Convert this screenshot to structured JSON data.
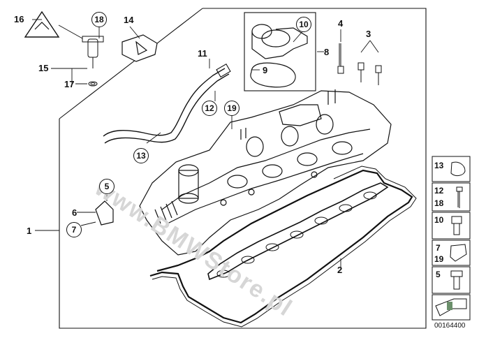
{
  "watermark": "www.BMWStore.pl",
  "diagram_code": "00164400",
  "callouts": {
    "c1": "1",
    "c2": "2",
    "c3": "3",
    "c4": "4",
    "c5": "5",
    "c6": "6",
    "c7": "7",
    "c8": "8",
    "c9": "9",
    "c10": "10",
    "c11": "11",
    "c12": "12",
    "c13": "13",
    "c14": "14",
    "c15": "15",
    "c16": "16",
    "c17": "17",
    "c18": "18",
    "c19": "19"
  },
  "side_panel": [
    {
      "labels": [
        "13"
      ],
      "icon": "hose-clip-icon"
    },
    {
      "labels": [
        "12",
        "18"
      ],
      "icon": "stud-bolt-icon"
    },
    {
      "labels": [
        "10"
      ],
      "icon": "hex-bolt-icon"
    },
    {
      "labels": [
        "7",
        "19"
      ],
      "icon": "clip-nut-icon"
    },
    {
      "labels": [
        "5"
      ],
      "icon": "collar-bolt-icon"
    },
    {
      "labels": [],
      "icon": "arrow-icon"
    }
  ],
  "colors": {
    "line": "#111111",
    "watermark": "#d6d6d6",
    "hatch": "#555555"
  }
}
